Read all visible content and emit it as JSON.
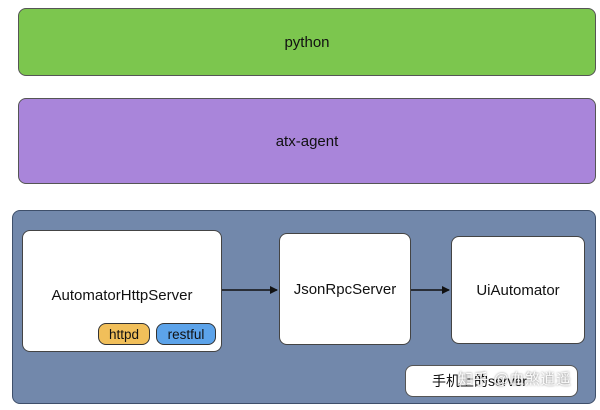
{
  "layers": {
    "python": "python",
    "agent": "atx-agent",
    "device": "手机上的server"
  },
  "nodes": {
    "http_server": "AutomatorHttpServer",
    "rpc_server": "JsonRpcServer",
    "ui_automator": "UiAutomator"
  },
  "tags": {
    "httpd": "httpd",
    "restful": "restful"
  },
  "watermark": "知乎 @血煞逍遥",
  "colors": {
    "python_layer": "#7cc64e",
    "agent_layer": "#a985da",
    "device_layer": "#7288ab",
    "httpd_tag": "#f1bf5a",
    "restful_tag": "#5ca3ea"
  }
}
